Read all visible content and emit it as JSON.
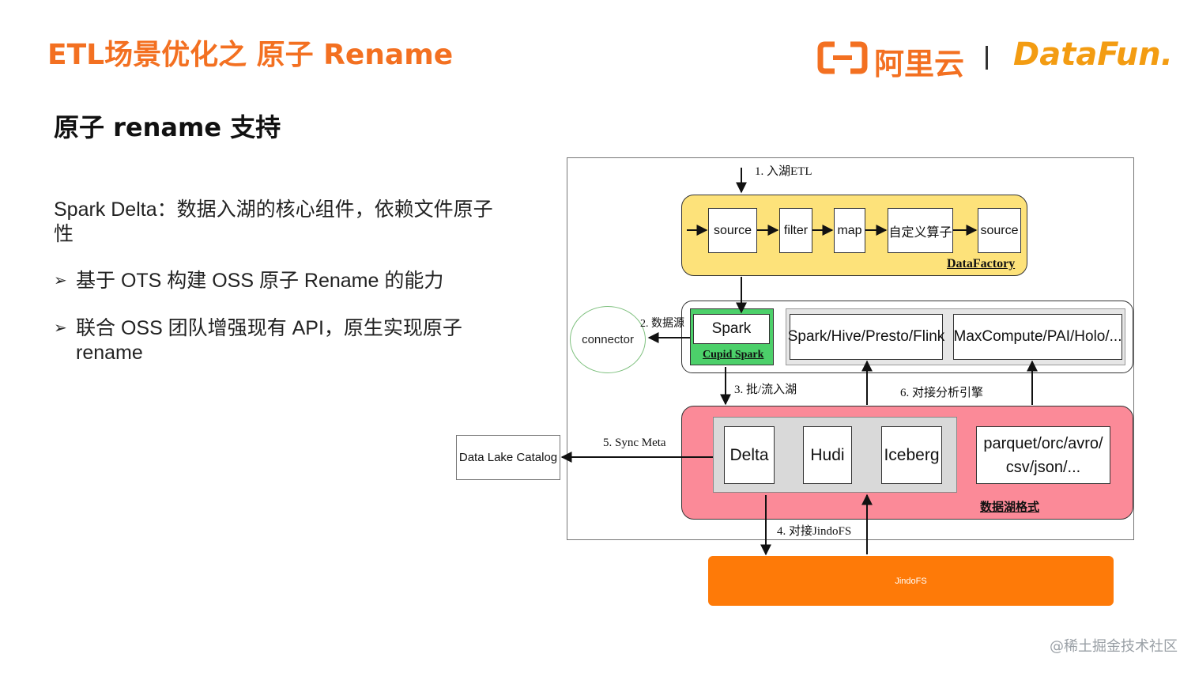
{
  "header": {
    "title": "ETL场景优化之 原子 Rename",
    "aliyun_text": "阿里云",
    "datafun_text": "DataFun."
  },
  "section": {
    "subtitle": "原子 rename 支持"
  },
  "content": {
    "intro_line1": "Spark Delta：数据入湖的核心组件，依赖文件原子",
    "intro_line2": "性",
    "bullets": [
      {
        "marker": "➢",
        "line1": "基于 OTS 构建 OSS 原子 Rename 的能力",
        "line2": ""
      },
      {
        "marker": "➢",
        "line1": "联合 OSS 团队增强现有 API，原生实现原子",
        "line2": "rename"
      }
    ]
  },
  "diagram": {
    "step1": "1. 入湖ETL",
    "pipeline": [
      "source",
      "filter",
      "map",
      "自定义算子",
      "source"
    ],
    "datafactory": "DataFactory",
    "step2": "2. 数据源",
    "connector": "connector",
    "spark": "Spark",
    "cupid_spark": "Cupid Spark",
    "engine1": "Spark/Hive/Presto/Flink",
    "engine2": "MaxCompute/PAI/Holo/...",
    "step3": "3. 批/流入湖",
    "step6": "6. 对接分析引擎",
    "formats": [
      "Delta",
      "Hudi",
      "Iceberg"
    ],
    "file_formats_line1": "parquet/orc/avro/",
    "file_formats_line2": "csv/json/...",
    "lake_format_label": "数据湖格式",
    "step5": "5. Sync Meta",
    "catalog": "Data Lake Catalog",
    "step4": "4. 对接JindoFS",
    "jindofs": "JindoFS"
  },
  "watermark": "@稀土掘金技术社区",
  "colors": {
    "accent": "#f37021",
    "datafactory_panel": "#fde27a",
    "cupid_spark_panel": "#4cd06a",
    "lake_panel": "#fb8a98",
    "format_group": "#d9d9d9",
    "jindofs_bar": "#fe7a08"
  }
}
